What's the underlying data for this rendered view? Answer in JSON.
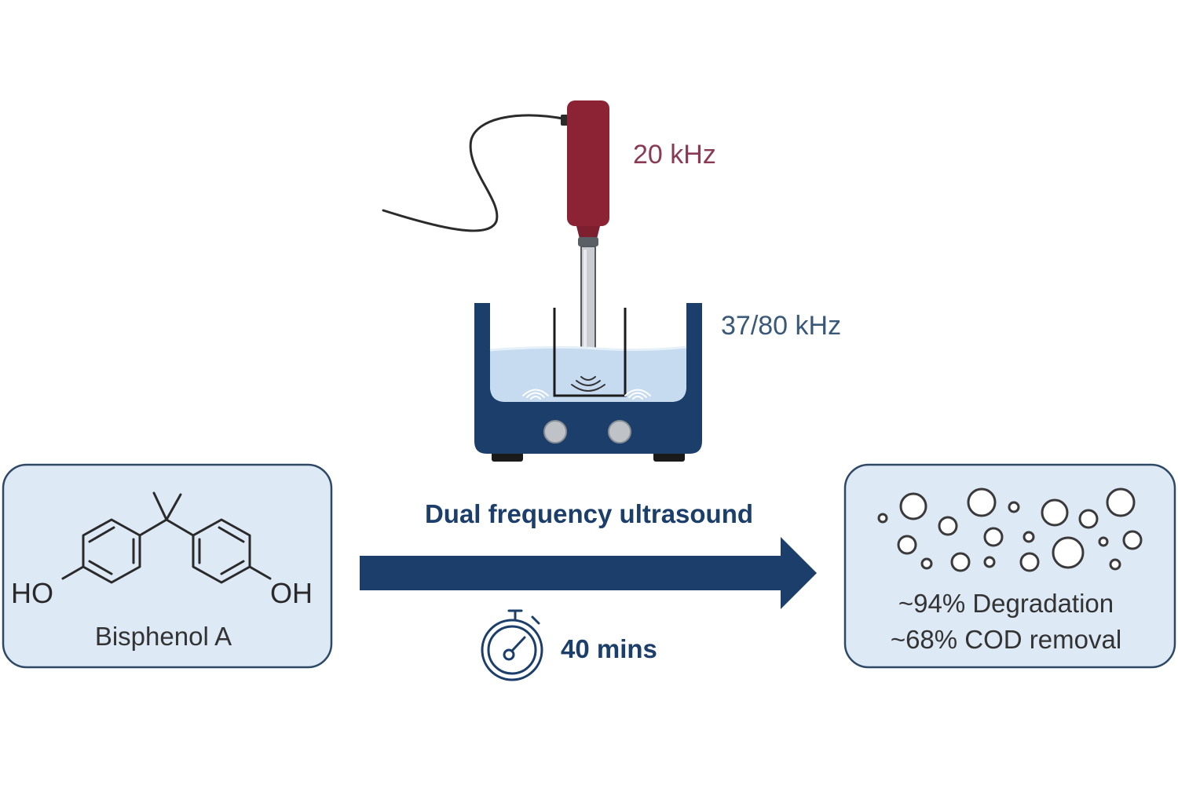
{
  "colors": {
    "probe": "#8b2335",
    "probe_label": "#8b3a55",
    "navy": "#1c3e6a",
    "bath_label": "#3a5878",
    "water": "#c6dbef",
    "water_surface": "#e1edf7",
    "panel_fill": "#dde9f5",
    "panel_stroke": "#2d4966",
    "knob": "#bfc3c8",
    "text_dark": "#333333",
    "bubble_stroke": "#3a3a3a"
  },
  "equipment": {
    "probe_frequency": "20 kHz",
    "bath_frequency": "37/80 kHz",
    "probe_icon": "ultrasonic-probe-icon",
    "bath_icon": "ultrasonic-bath-icon"
  },
  "reactant": {
    "name": "Bisphenol A",
    "left_group": "HO",
    "right_group": "OH",
    "structure_icon": "bisphenol-a-structure-icon"
  },
  "process": {
    "method": "Dual frequency ultrasound",
    "duration": "40 mins",
    "arrow_icon": "right-arrow-icon",
    "timer_icon": "stopwatch-icon"
  },
  "result": {
    "degradation": "~94% Degradation",
    "cod_removal": "~68% COD removal",
    "bubbles_icon": "bubbles-icon"
  }
}
